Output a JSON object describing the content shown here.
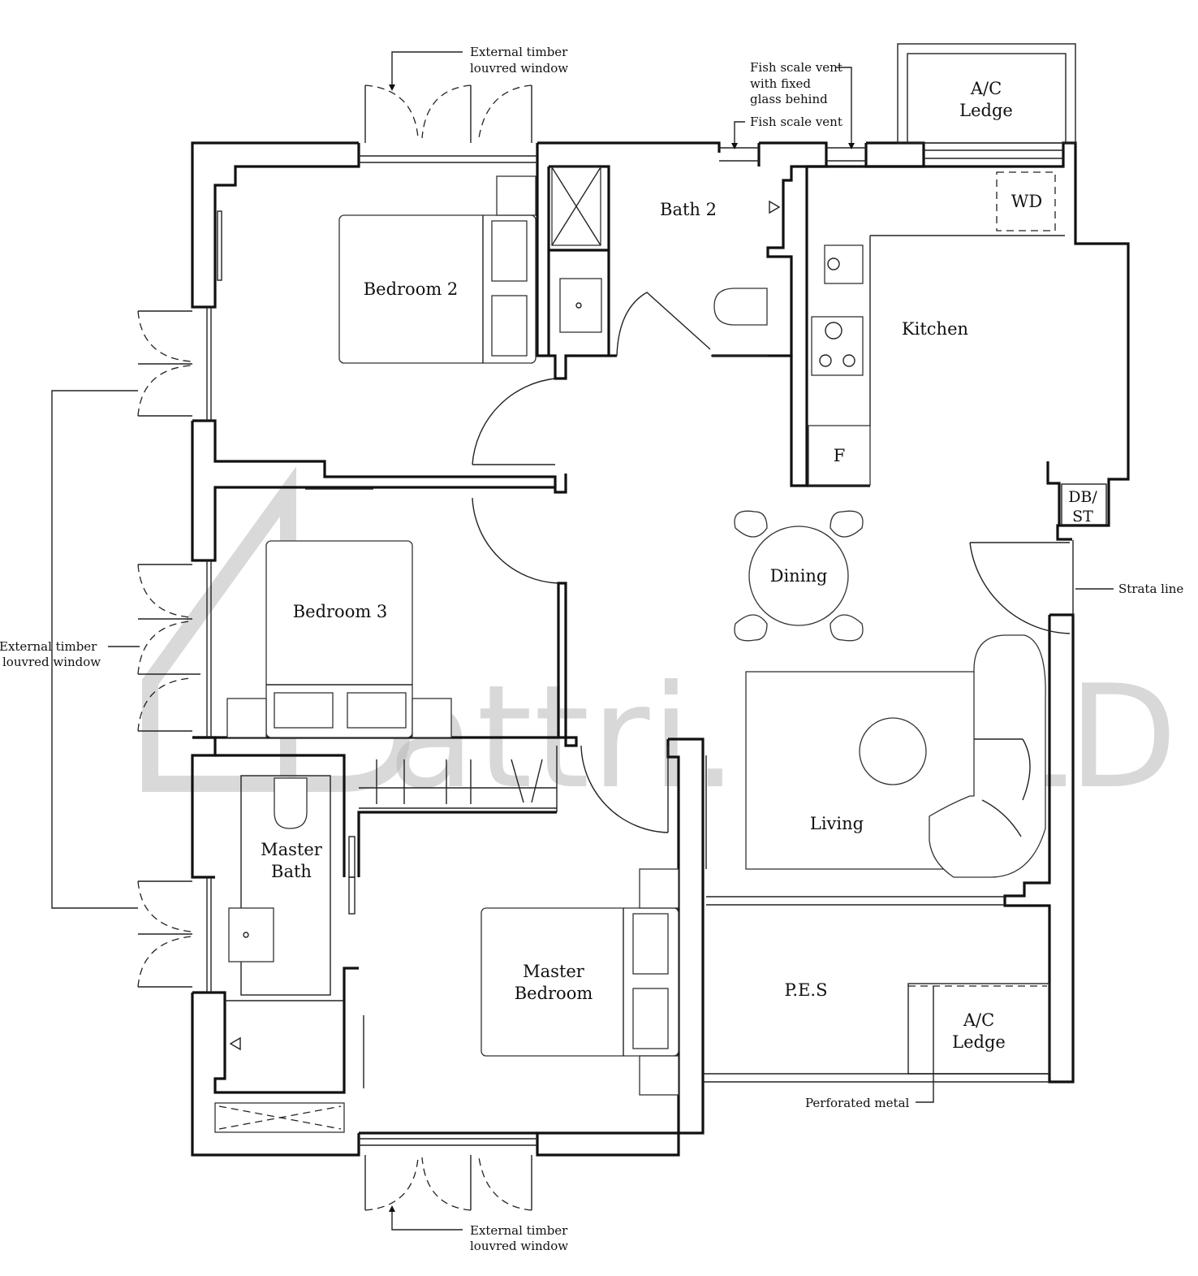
{
  "rooms": {
    "bedroom2": "Bedroom 2",
    "bath2": "Bath 2",
    "kitchen": "Kitchen",
    "wd": "WD",
    "fridge": "F",
    "ac_ledge_top_1": "A/C",
    "ac_ledge_top_2": "Ledge",
    "db_1": "DB/",
    "db_2": "ST",
    "dining": "Dining",
    "bedroom3": "Bedroom 3",
    "master_bath_1": "Master",
    "master_bath_2": "Bath",
    "living": "Living",
    "master_bedroom_1": "Master",
    "master_bedroom_2": "Bedroom",
    "pes": "P.E.S",
    "ac_ledge_bottom_1": "A/C",
    "ac_ledge_bottom_2": "Ledge"
  },
  "annotations": {
    "window_top_1": "External timber",
    "window_top_2": "louvred window",
    "fish_vent_fixed_1": "Fish scale vent",
    "fish_vent_fixed_2": "with fixed",
    "fish_vent_fixed_3": "glass behind",
    "fish_vent": "Fish scale vent",
    "window_left_1": "External timber",
    "window_left_2": "louvred window",
    "strata_line": "Strata line",
    "perforated_metal": "Perforated metal",
    "window_bottom_1": "External timber",
    "window_bottom_2": "louvred window"
  },
  "watermark": "attri.BUILD"
}
